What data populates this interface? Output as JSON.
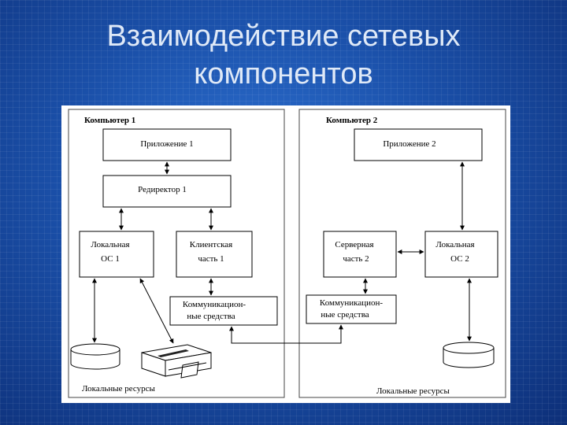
{
  "slide": {
    "title_line1": "Взаимодействие сетевых",
    "title_line2": "компонентов"
  },
  "diagram": {
    "computer1": {
      "header": "Компьютер 1",
      "app": "Приложение 1",
      "redirector": "Редиректор 1",
      "local_os_line1": "Локальная",
      "local_os_line2": "ОС 1",
      "client_line1": "Клиентская",
      "client_line2": "часть 1",
      "comm_line1": "Коммуникацион-",
      "comm_line2": "ные средства",
      "resources": "Локальные ресурсы"
    },
    "computer2": {
      "header": "Компьютер 2",
      "app": "Приложение 2",
      "server_line1": "Серверная",
      "server_line2": "часть 2",
      "local_os_line1": "Локальная",
      "local_os_line2": "ОС 2",
      "comm_line1": "Коммуникацион-",
      "comm_line2": "ные средства",
      "resources": "Локальные ресурсы"
    }
  }
}
